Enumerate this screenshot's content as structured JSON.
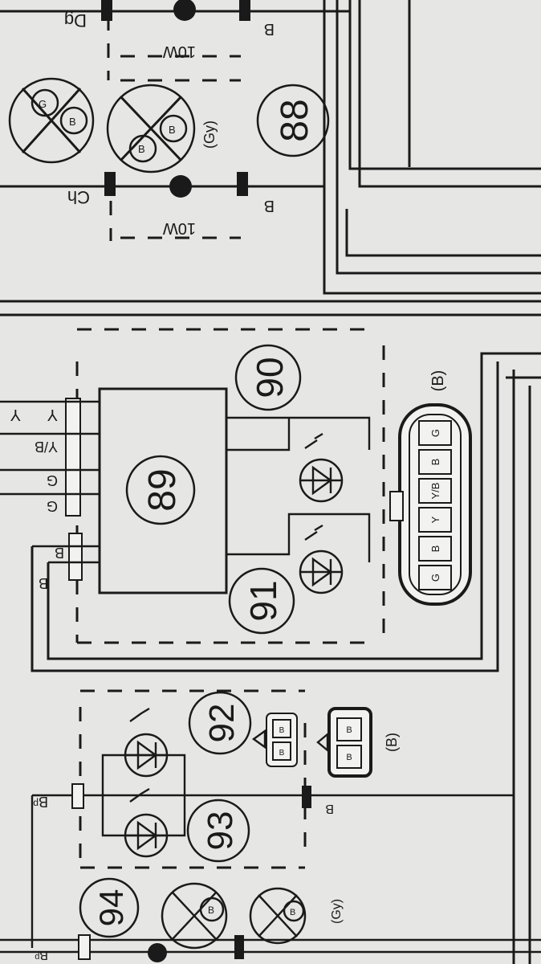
{
  "callouts": [
    "88",
    "89",
    "90",
    "91",
    "92",
    "93",
    "94"
  ],
  "lamp_ratings": {
    "top": "10W",
    "middle": "10W"
  },
  "color_notes": {
    "gy_upper": "(Gy)",
    "gy_lower": "(Gy)",
    "b_connector_right": "(B)",
    "b_connector_lower": "(B)"
  },
  "wire_labels": {
    "dg": "Dg",
    "ch": "Ch",
    "b_top": "B",
    "b_mid": "B",
    "y_left": "Y",
    "y_in": "Y",
    "yb_left": "Y/B",
    "g_left": "G",
    "g_in": "G",
    "b_left": "B",
    "b_in": "B",
    "bp_left": "Bᵖ",
    "b_lower": "B",
    "bp_bottom": "Bᵖ"
  },
  "connector_pins": [
    "G",
    "B",
    "Y/B",
    "Y",
    "B",
    "G"
  ],
  "small_connector_pins": {
    "c92a": [
      "B",
      "B"
    ],
    "c92b": [
      "B",
      "B"
    ]
  },
  "bulb_pins": {
    "left_a": "G",
    "left_b": "B",
    "upper_a": "B",
    "upper_b": "B",
    "lower_94": "B",
    "lower_gy": "B"
  }
}
